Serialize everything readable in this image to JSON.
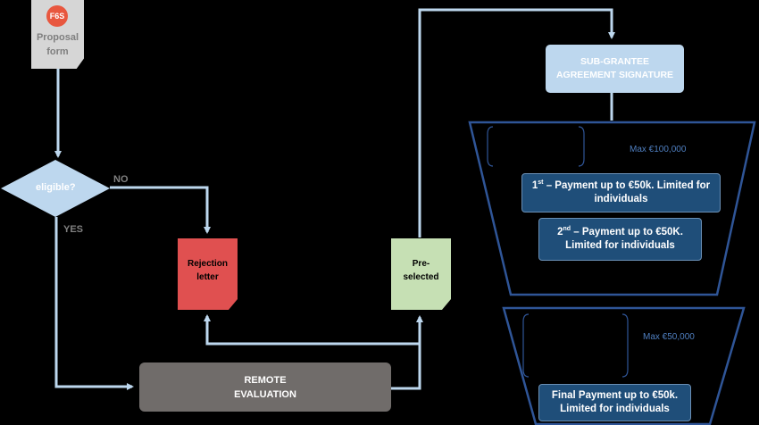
{
  "proposal": {
    "logo": "F6S",
    "label_line1": "Proposal",
    "label_line2": "form"
  },
  "eligible": {
    "label": "eligible?",
    "no": "NO",
    "yes": "YES"
  },
  "rejection": {
    "line1": "Rejection",
    "line2": "letter"
  },
  "preselected": {
    "line1": "Pre-",
    "line2": "selected"
  },
  "remote": {
    "line1": "REMOTE",
    "line2": "EVALUATION"
  },
  "signature": {
    "line1": "SUB-GRANTEE",
    "line2": "AGREEMENT SIGNATURE"
  },
  "funnel1": {
    "max": "Max €100,000",
    "pay1": {
      "ord": "1",
      "sup": "st",
      "rest": " – Payment up to €50k. Limited for individuals"
    },
    "pay2": {
      "ord": "2",
      "sup": "nd",
      "rest": " – Payment up to €50K. Limited for individuals"
    }
  },
  "funnel2": {
    "max": "Max €50,000",
    "pay": "Final Payment up to €50k. Limited for individuals"
  },
  "colors": {
    "connector": "#bdd7ee",
    "diamond": "#bdd7ee",
    "rejection": "#e05050",
    "preselected": "#c6e0b4",
    "remote": "#706c6a",
    "funnel_border": "#2f5597",
    "payment": "#1f4e79",
    "f6s_logo": "#e8573f"
  }
}
